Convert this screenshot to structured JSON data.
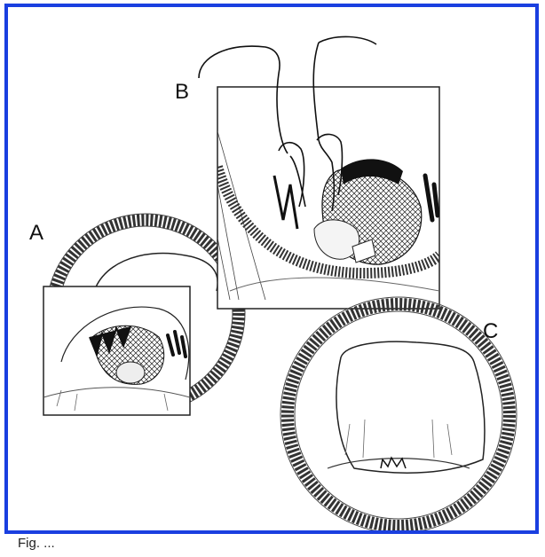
{
  "figure": {
    "panel_labels": {
      "a": "A",
      "b": "B",
      "c": "C"
    },
    "frame_color": "#1a3fe0",
    "caption": "Fig. ..."
  }
}
